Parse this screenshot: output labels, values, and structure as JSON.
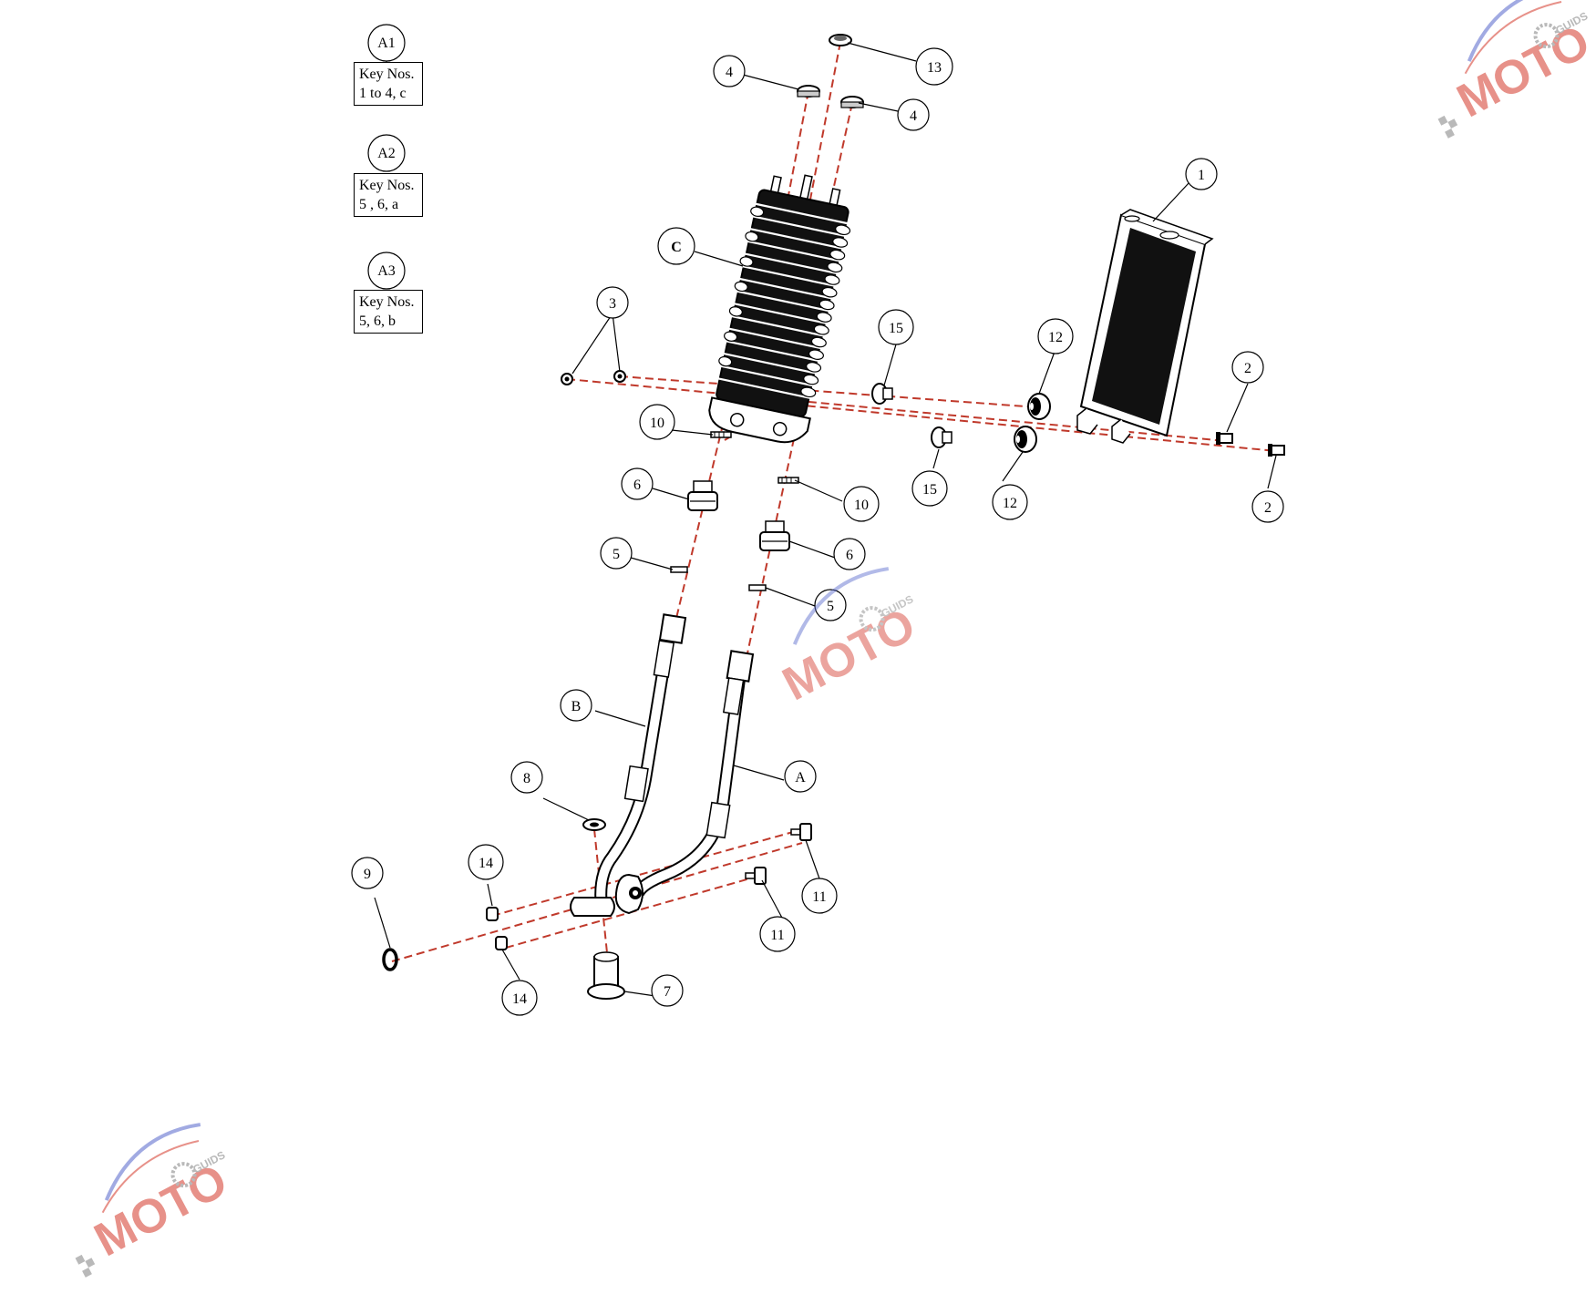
{
  "groups": [
    {
      "id": "A1",
      "line1": "Key Nos.",
      "line2": "1 to 4, c"
    },
    {
      "id": "A2",
      "line1": "Key Nos.",
      "line2": "5 , 6, a"
    },
    {
      "id": "A3",
      "line1": "Key Nos.",
      "line2": "5, 6, b"
    }
  ],
  "callouts": [
    "13",
    "4",
    "4",
    "1",
    "C",
    "3",
    "15",
    "12",
    "2",
    "10",
    "15",
    "12",
    "2",
    "6",
    "10",
    "5",
    "6",
    "5",
    "B",
    "A",
    "8",
    "9",
    "14",
    "11",
    "11",
    "14",
    "7"
  ],
  "watermark": {
    "text": "MOTO",
    "subtext": "GUIDS"
  },
  "colors": {
    "leader": "#c0392b",
    "ink": "#000000",
    "wm_red": "#d4382a",
    "wm_blue": "#5566cc",
    "wm_grey": "#808080"
  }
}
